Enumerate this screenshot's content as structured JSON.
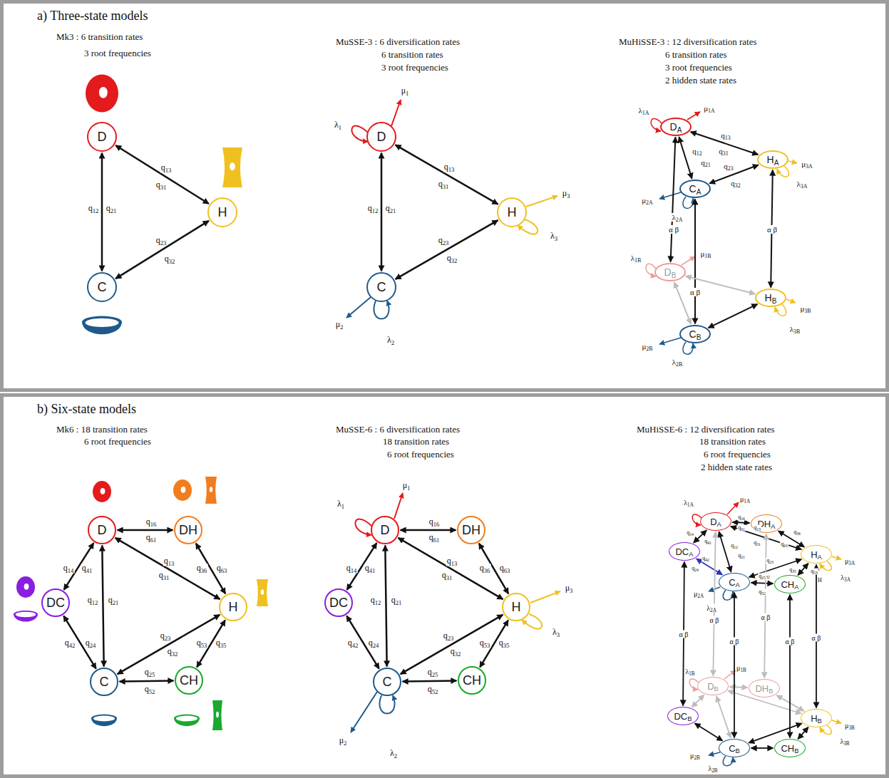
{
  "diagram": {
    "nodes": [
      {
        "text": [
          "a) Three-state models"
        ]
      },
      {
        "text": [
          "D"
        ],
        "in": 0
      },
      {
        "text": [
          "H"
        ],
        "in": 0
      },
      {
        "text": [
          "C"
        ],
        "in": 0
      },
      {
        "text": [
          "D"
        ],
        "in": 0
      },
      {
        "text": [
          "H"
        ],
        "in": 0
      },
      {
        "text": [
          "C"
        ],
        "in": 0
      },
      {
        "text": [
          "DA"
        ],
        "in": 0
      },
      {
        "text": [
          "HA"
        ],
        "in": 0
      },
      {
        "text": [
          "CA"
        ],
        "in": 0
      },
      {
        "text": [
          "DB"
        ],
        "in": 0
      },
      {
        "text": [
          "HB"
        ],
        "in": 0
      },
      {
        "text": [
          "CB"
        ],
        "in": 0
      },
      {
        "text": [
          "b) Six-state models"
        ]
      },
      {
        "text": [
          "D"
        ],
        "in": 13
      },
      {
        "text": [
          "DH"
        ],
        "in": 13
      },
      {
        "text": [
          "DC"
        ],
        "in": 13
      },
      {
        "text": [
          "H"
        ],
        "in": 13
      },
      {
        "text": [
          "C"
        ],
        "in": 13
      },
      {
        "text": [
          "CH"
        ],
        "in": 13
      },
      {
        "text": [
          "D"
        ],
        "in": 13
      },
      {
        "text": [
          "DH"
        ],
        "in": 13
      },
      {
        "text": [
          "DC"
        ],
        "in": 13
      },
      {
        "text": [
          "H"
        ],
        "in": 13
      },
      {
        "text": [
          "C"
        ],
        "in": 13
      },
      {
        "text": [
          "CH"
        ],
        "in": 13
      },
      {
        "text": [
          "DA"
        ],
        "in": 13
      },
      {
        "text": [
          "DHA"
        ],
        "in": 13
      },
      {
        "text": [
          "DCA"
        ],
        "in": 13
      },
      {
        "text": [
          "HA"
        ],
        "in": 13
      },
      {
        "text": [
          "CA"
        ],
        "in": 13
      },
      {
        "text": [
          "CHA"
        ],
        "in": 13
      },
      {
        "text": [
          "DB"
        ],
        "in": 13
      },
      {
        "text": [
          "DHB"
        ],
        "in": 13
      },
      {
        "text": [
          "DCB"
        ],
        "in": 13
      },
      {
        "text": [
          "HB"
        ],
        "in": 13
      },
      {
        "text": [
          "CB"
        ],
        "in": 13
      },
      {
        "text": [
          "CHB"
        ],
        "in": 13
      }
    ],
    "edges": [
      {
        "from": 1,
        "to": 3,
        "arrow": "both"
      },
      {
        "from": 1,
        "to": 2,
        "arrow": "both"
      },
      {
        "from": 3,
        "to": 2,
        "arrow": "both"
      },
      {
        "from": 4,
        "to": 6,
        "arrow": "both"
      },
      {
        "from": 4,
        "to": 5,
        "arrow": "both"
      },
      {
        "from": 6,
        "to": 5,
        "arrow": "both"
      },
      {
        "from": 7,
        "to": 8,
        "arrow": "both"
      },
      {
        "from": 7,
        "to": 9,
        "arrow": "both"
      },
      {
        "from": 9,
        "to": 8,
        "arrow": "both"
      },
      {
        "from": 7,
        "to": 10,
        "arrow": "both"
      },
      {
        "from": 9,
        "to": 12,
        "arrow": "both"
      },
      {
        "from": 8,
        "to": 11,
        "arrow": "both"
      },
      {
        "from": 10,
        "to": 11,
        "arrow": "both"
      },
      {
        "from": 10,
        "to": 12,
        "arrow": "both"
      },
      {
        "from": 12,
        "to": 11,
        "arrow": "both"
      },
      {
        "from": 14,
        "to": 15,
        "arrow": "both"
      },
      {
        "from": 14,
        "to": 16,
        "arrow": "both"
      },
      {
        "from": 14,
        "to": 18,
        "arrow": "both"
      },
      {
        "from": 14,
        "to": 17,
        "arrow": "both"
      },
      {
        "from": 15,
        "to": 17,
        "arrow": "both"
      },
      {
        "from": 16,
        "to": 18,
        "arrow": "both"
      },
      {
        "from": 18,
        "to": 17,
        "arrow": "both"
      },
      {
        "from": 18,
        "to": 19,
        "arrow": "both"
      },
      {
        "from": 17,
        "to": 19,
        "arrow": "both"
      },
      {
        "from": 20,
        "to": 21,
        "arrow": "both"
      },
      {
        "from": 20,
        "to": 22,
        "arrow": "both"
      },
      {
        "from": 20,
        "to": 24,
        "arrow": "both"
      },
      {
        "from": 20,
        "to": 23,
        "arrow": "both"
      },
      {
        "from": 21,
        "to": 23,
        "arrow": "both"
      },
      {
        "from": 22,
        "to": 24,
        "arrow": "both"
      },
      {
        "from": 24,
        "to": 23,
        "arrow": "both"
      },
      {
        "from": 24,
        "to": 25,
        "arrow": "both"
      },
      {
        "from": 23,
        "to": 25,
        "arrow": "both"
      },
      {
        "from": 26,
        "to": 27,
        "arrow": "both"
      },
      {
        "from": 26,
        "to": 28,
        "arrow": "both"
      },
      {
        "from": 26,
        "to": 30,
        "arrow": "both"
      },
      {
        "from": 26,
        "to": 29,
        "arrow": "both"
      },
      {
        "from": 27,
        "to": 29,
        "arrow": "both"
      },
      {
        "from": 28,
        "to": 30,
        "arrow": "both"
      },
      {
        "from": 30,
        "to": 29,
        "arrow": "both"
      },
      {
        "from": 30,
        "to": 31,
        "arrow": "both"
      },
      {
        "from": 29,
        "to": 31,
        "arrow": "both"
      },
      {
        "from": 32,
        "to": 33,
        "arrow": "both"
      },
      {
        "from": 32,
        "to": 34,
        "arrow": "both"
      },
      {
        "from": 32,
        "to": 36,
        "arrow": "both"
      },
      {
        "from": 32,
        "to": 35,
        "arrow": "both"
      },
      {
        "from": 33,
        "to": 35,
        "arrow": "both"
      },
      {
        "from": 34,
        "to": 36,
        "arrow": "both"
      },
      {
        "from": 36,
        "to": 35,
        "arrow": "both"
      },
      {
        "from": 36,
        "to": 37,
        "arrow": "both"
      },
      {
        "from": 35,
        "to": 37,
        "arrow": "both"
      },
      {
        "from": 28,
        "to": 34,
        "arrow": "both"
      },
      {
        "from": 26,
        "to": 32,
        "arrow": "both"
      },
      {
        "from": 27,
        "to": 33,
        "arrow": "both"
      },
      {
        "from": 30,
        "to": 36,
        "arrow": "both"
      },
      {
        "from": 31,
        "to": 37,
        "arrow": "both"
      },
      {
        "from": 29,
        "to": 35,
        "arrow": "both"
      }
    ],
    "labels": [
      "Mk3 : 6 transition rates",
      "3 root frequencies",
      "q13",
      "q31",
      "q12",
      "q21",
      "q23",
      "q32",
      "MuSSE-3 : 6 diversification rates",
      "6 transition rates",
      "3 root frequencies",
      "λ1",
      "μ1",
      "q13",
      "q31",
      "q12",
      "q21",
      "q23",
      "q32",
      "μ3",
      "λ3",
      "μ2",
      "λ2",
      "MuHiSSE-3 : 12 diversification rates",
      "6 transition rates",
      "3 root frequencies",
      "2 hidden state rates",
      "λ1A",
      "μ1A",
      "q13",
      "q31",
      "q12",
      "q21",
      "q23",
      "q32",
      "μ3A",
      "λ3A",
      "μ2A",
      "λ2A",
      "α β",
      "α β",
      "λ1B",
      "μ1B",
      "α β",
      "μ3B",
      "λ3B",
      "μ2B",
      "λ2B",
      "Mk6 : 18 transition rates",
      "6 root frequencies",
      "q16",
      "q61",
      "q14",
      "q41",
      "q12",
      "q21",
      "q13",
      "q31",
      "q36",
      "q63",
      "q42",
      "q24",
      "q23",
      "q32",
      "q53",
      "q35",
      "q25",
      "q52",
      "MuSSE-6 : 6 diversification rates",
      "18 transition rates",
      "6 root frequencies",
      "λ1",
      "μ1",
      "q16",
      "q61",
      "q14",
      "q41",
      "q12",
      "q21",
      "q13",
      "q31",
      "q36",
      "q63",
      "q42",
      "q24",
      "q23",
      "q32",
      "q53",
      "q35",
      "q25",
      "q52",
      "μ3",
      "λ3",
      "μ2",
      "λ2",
      "MuHiSSE-6 : 12 diversification rates",
      "18 transition rates",
      "6 root frequencies",
      "2 hidden state rates",
      "λ1A",
      "μ1A",
      "q16",
      "q61",
      "q14",
      "q41",
      "q13",
      "q31",
      "q36",
      "q63",
      "q12",
      "q21",
      "q24",
      "q42",
      "q23",
      "q32",
      "q53",
      "q35",
      "H",
      "q25",
      "q52",
      "μ3A",
      "λ3A",
      "μ2A",
      "λ2A",
      "α β",
      "α β",
      "α β",
      "α β",
      "α β",
      "α β",
      "λ1B",
      "μ1B",
      "μ3B",
      "λ3B",
      "μ2B",
      "λ2B"
    ]
  }
}
